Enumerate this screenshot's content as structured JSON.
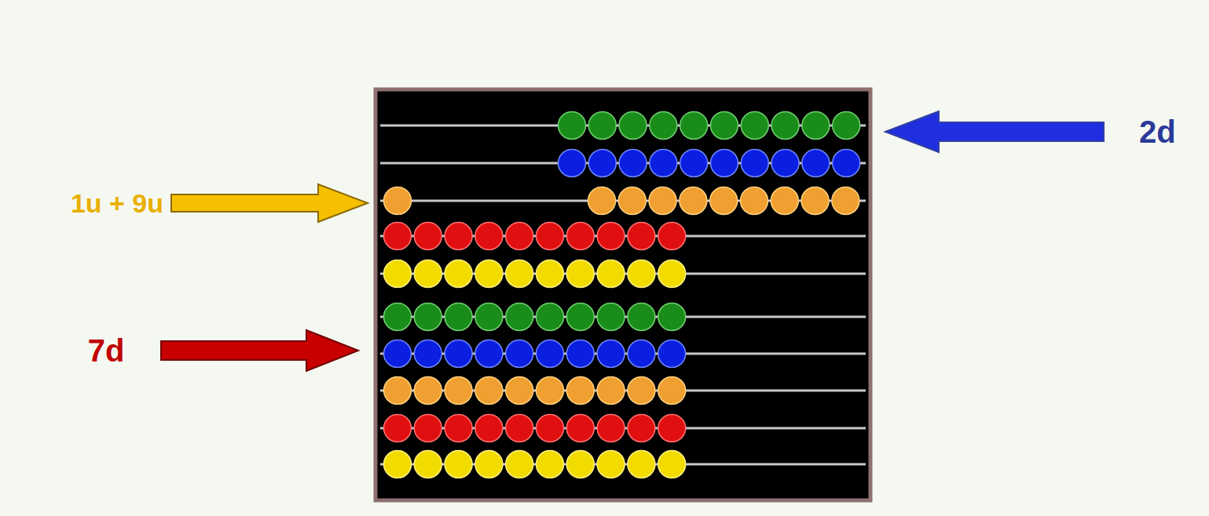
{
  "diagram": {
    "labels": [
      "2d",
      "1u + 9u",
      "7d"
    ]
  }
}
